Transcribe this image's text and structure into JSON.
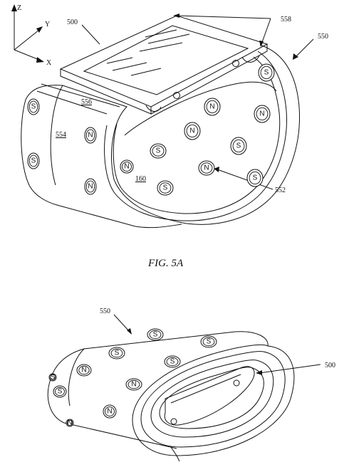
{
  "axes": {
    "z": "Z",
    "y": "Y",
    "x": "X"
  },
  "labels": {
    "l500a": "500",
    "l558": "558",
    "l550a": "550",
    "l556": "556",
    "l554": "554",
    "l160": "160",
    "l552": "552",
    "l550b": "550",
    "l500b": "500"
  },
  "captions": {
    "fig5a": "FIG. 5A"
  },
  "magnets_top": [
    {
      "p": "S"
    },
    {
      "p": "N"
    },
    {
      "p": "N"
    },
    {
      "p": "S"
    },
    {
      "p": "S"
    },
    {
      "p": "N"
    },
    {
      "p": "S"
    },
    {
      "p": "N"
    },
    {
      "p": "S"
    },
    {
      "p": "N"
    },
    {
      "p": "S"
    },
    {
      "p": "N"
    },
    {
      "p": "S"
    },
    {
      "p": "N"
    }
  ],
  "magnets_bottom": [
    {
      "p": "S"
    },
    {
      "p": "S"
    },
    {
      "p": "S"
    },
    {
      "p": "N"
    },
    {
      "p": "S"
    },
    {
      "p": "N"
    },
    {
      "p": "S"
    },
    {
      "p": "N"
    },
    {
      "p": "S"
    },
    {
      "p": "N"
    }
  ]
}
